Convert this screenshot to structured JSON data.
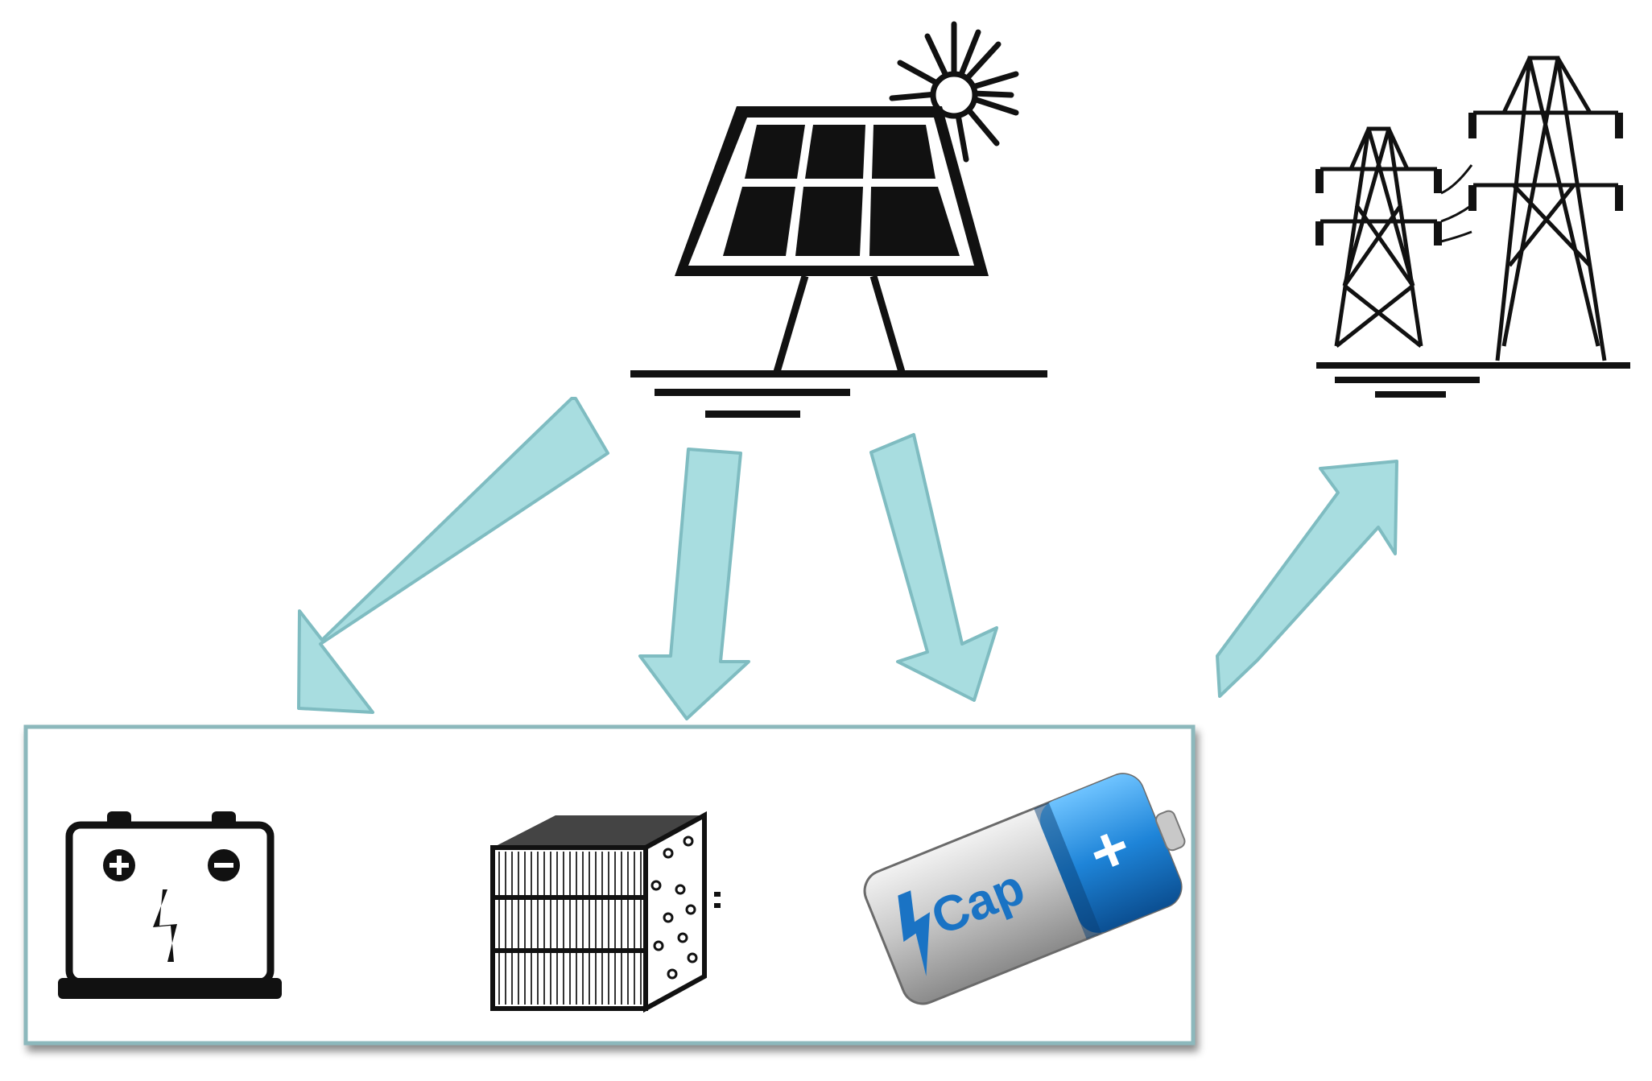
{
  "diagram": {
    "nodes": [
      {
        "id": "solar",
        "icon": "solar-panel-icon"
      },
      {
        "id": "grid",
        "icon": "power-grid-icon"
      },
      {
        "id": "battery",
        "icon": "battery-icon"
      },
      {
        "id": "fuel-cell",
        "icon": "fuel-cell-stack-icon"
      },
      {
        "id": "capacitor",
        "icon": "capacitor-icon"
      }
    ],
    "edges": [
      {
        "from": "solar",
        "to": "battery"
      },
      {
        "from": "solar",
        "to": "fuel-cell"
      },
      {
        "from": "solar",
        "to": "capacitor"
      },
      {
        "from": "storage",
        "to": "grid"
      }
    ],
    "capacitor_label": "Cap",
    "capacitor_terminal": "+",
    "colors": {
      "arrow_fill": "#a8dde0",
      "arrow_stroke": "#7fbcc1",
      "box_stroke": "#8cb8bc",
      "icon": "#111111",
      "cap_blue": "#1a73c4",
      "cap_gray": "#9a9a9a"
    }
  }
}
